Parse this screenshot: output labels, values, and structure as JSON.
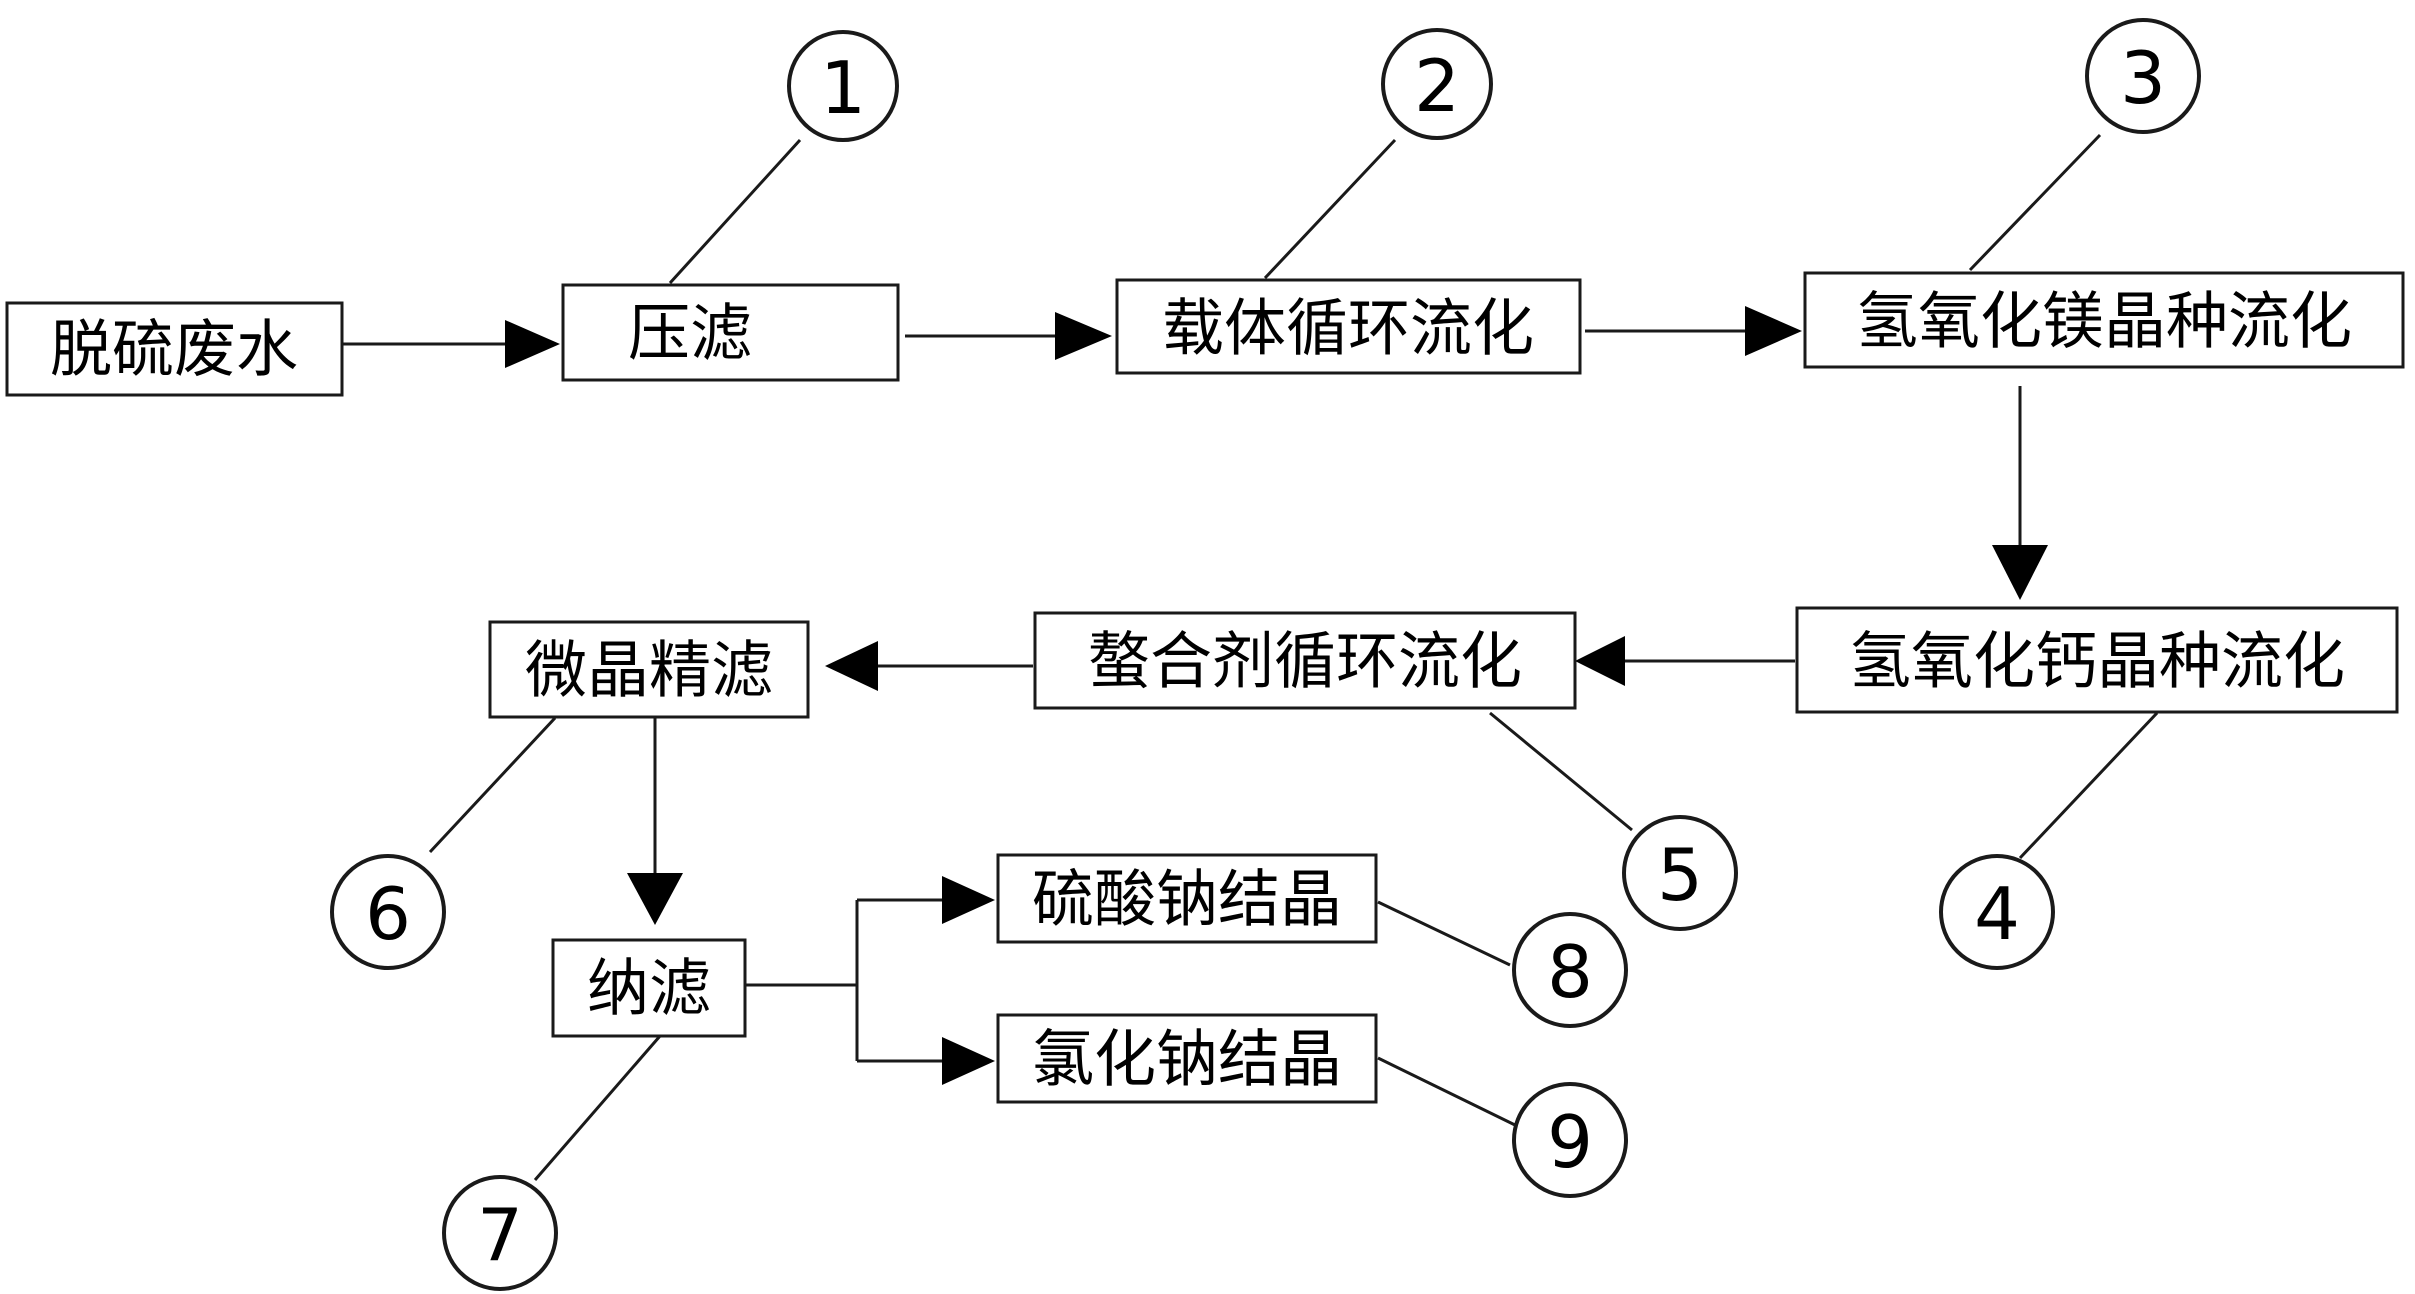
{
  "diagram": {
    "nodes": [
      {
        "id": "desulfurization-wastewater",
        "label": "脱硫废水"
      },
      {
        "id": "press-filtration",
        "label": "压滤"
      },
      {
        "id": "carrier-circulating-fluidization",
        "label": "载体循环流化"
      },
      {
        "id": "mg-hydroxide-seed-fluidization",
        "label": "氢氧化镁晶种流化"
      },
      {
        "id": "ca-hydroxide-seed-fluidization",
        "label": "氢氧化钙晶种流化"
      },
      {
        "id": "chelating-agent-circulating-fluidization",
        "label": "螯合剂循环流化"
      },
      {
        "id": "microcrystal-fine-filtration",
        "label": "微晶精滤"
      },
      {
        "id": "nanofiltration",
        "label": "纳滤"
      },
      {
        "id": "sodium-sulfate-crystallization",
        "label": "硫酸钠结晶"
      },
      {
        "id": "sodium-chloride-crystallization",
        "label": "氯化钠结晶"
      }
    ],
    "callouts": [
      {
        "label": "1",
        "target": "press-filtration"
      },
      {
        "label": "2",
        "target": "carrier-circulating-fluidization"
      },
      {
        "label": "3",
        "target": "mg-hydroxide-seed-fluidization"
      },
      {
        "label": "4",
        "target": "ca-hydroxide-seed-fluidization"
      },
      {
        "label": "5",
        "target": "chelating-agent-circulating-fluidization"
      },
      {
        "label": "6",
        "target": "microcrystal-fine-filtration"
      },
      {
        "label": "7",
        "target": "nanofiltration"
      },
      {
        "label": "8",
        "target": "sodium-sulfate-crystallization"
      },
      {
        "label": "9",
        "target": "sodium-chloride-crystallization"
      }
    ],
    "edges": [
      {
        "from": "desulfurization-wastewater",
        "to": "press-filtration"
      },
      {
        "from": "press-filtration",
        "to": "carrier-circulating-fluidization"
      },
      {
        "from": "carrier-circulating-fluidization",
        "to": "mg-hydroxide-seed-fluidization"
      },
      {
        "from": "mg-hydroxide-seed-fluidization",
        "to": "ca-hydroxide-seed-fluidization"
      },
      {
        "from": "ca-hydroxide-seed-fluidization",
        "to": "chelating-agent-circulating-fluidization"
      },
      {
        "from": "chelating-agent-circulating-fluidization",
        "to": "microcrystal-fine-filtration"
      },
      {
        "from": "microcrystal-fine-filtration",
        "to": "nanofiltration"
      },
      {
        "from": "nanofiltration",
        "to": "sodium-sulfate-crystallization"
      },
      {
        "from": "nanofiltration",
        "to": "sodium-chloride-crystallization"
      }
    ]
  }
}
